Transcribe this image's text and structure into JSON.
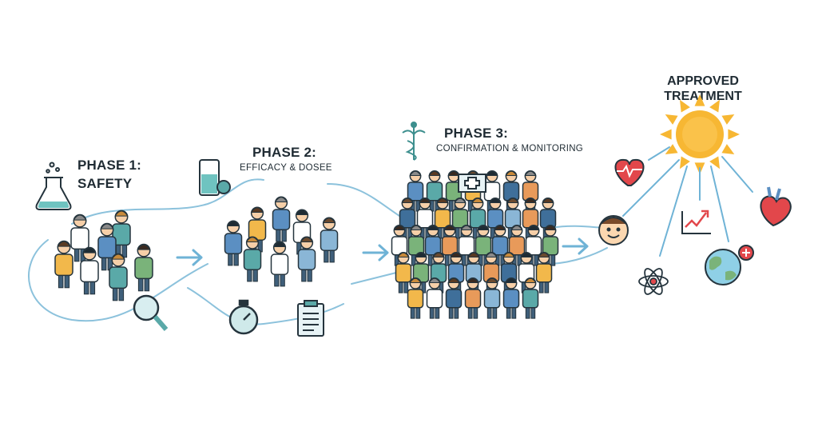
{
  "phases": [
    {
      "title": "PHASE 1:",
      "subtitle": "SAFETY"
    },
    {
      "title": "PHASE 2:",
      "subtitle": "EFFICACY & DOSEE"
    },
    {
      "title": "PHASE 3:",
      "subtitle": "CONFIRMATION & MONITORING"
    }
  ],
  "outcome": {
    "line1": "APPROVED",
    "line2": "TREATMENT"
  },
  "colors": {
    "path": "#8cc2dc",
    "arrow": "#6fb3d6",
    "outline": "#25343d",
    "teal": "#5aa9a8",
    "sun": "#f7b733",
    "heart": "#e2474b",
    "blue": "#5b8fc2",
    "green": "#7ab37a"
  }
}
